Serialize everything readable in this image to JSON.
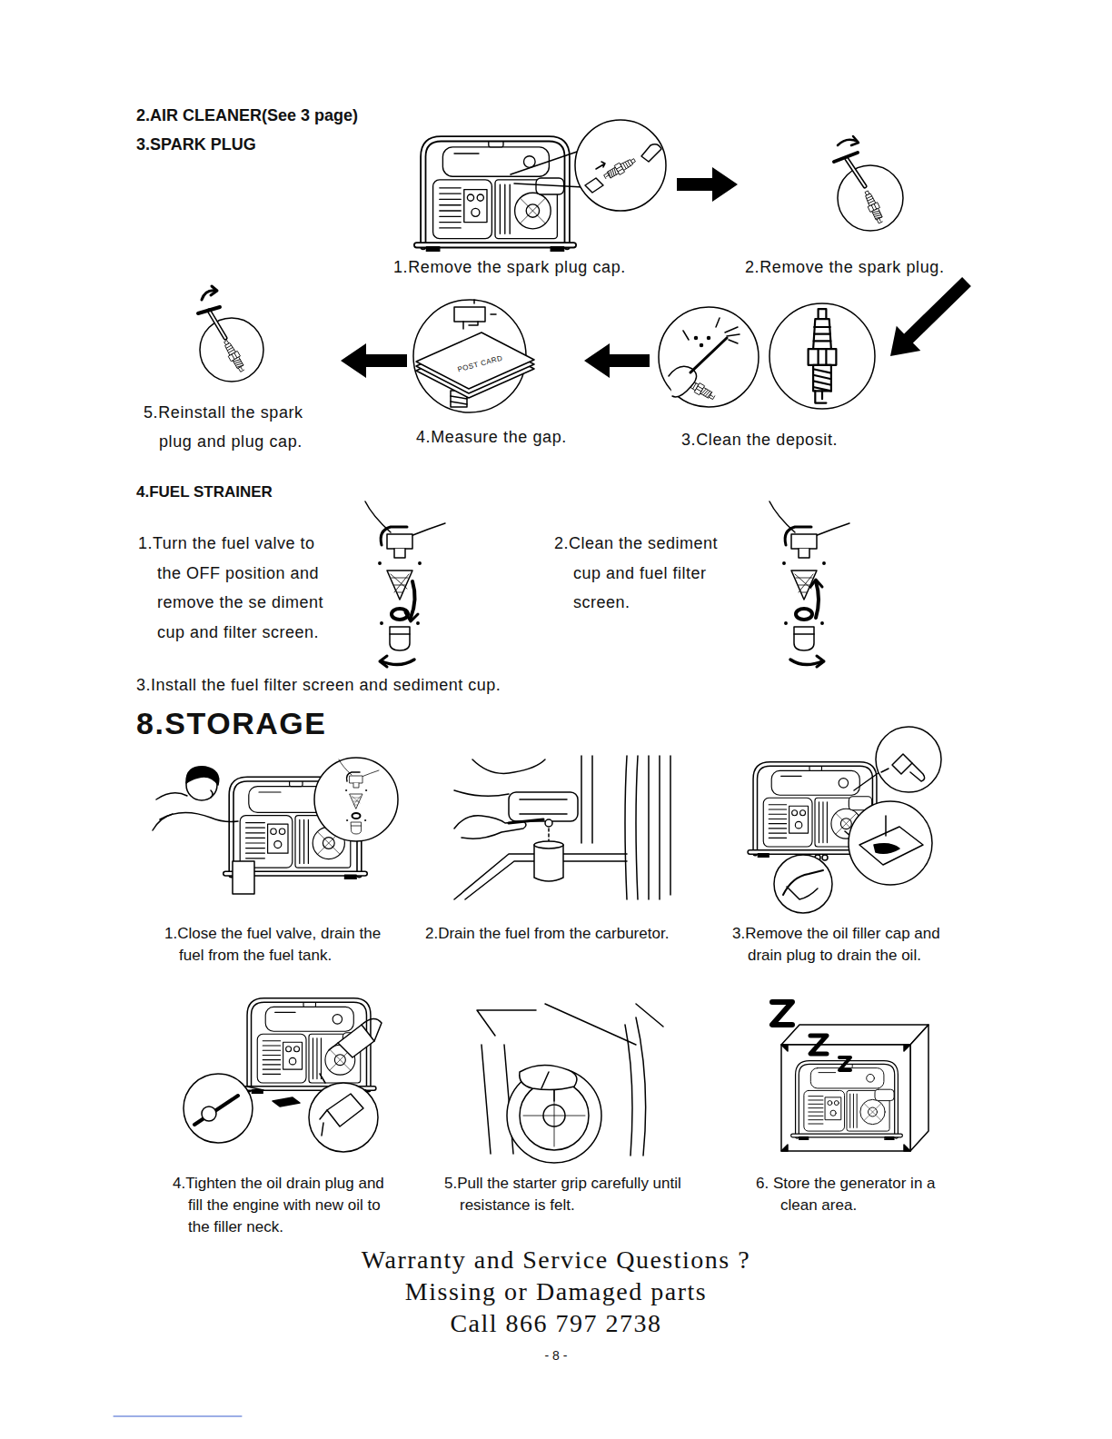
{
  "diagram": {
    "nodes": [
      {
        "text": [
          "1.Remove the spark plug cap."
        ]
      },
      {
        "text": [
          "2.Remove the spark plug."
        ]
      },
      {
        "text": [
          "3.Clean the deposit."
        ]
      },
      {
        "text": [
          "4.Measure the gap."
        ]
      },
      {
        "text": [
          "5.Reinstall the spark plug and plug cap."
        ]
      }
    ],
    "edges": [
      {
        "from": 0,
        "to": 1,
        "arrow": "to"
      },
      {
        "from": 1,
        "to": 2,
        "arrow": "to"
      },
      {
        "from": 2,
        "to": 3,
        "arrow": "to"
      },
      {
        "from": 3,
        "to": 4,
        "arrow": "to"
      }
    ],
    "labels": [
      "2.AIR CLEANER(See 3 page)",
      "3.SPARK PLUG",
      "POST CARD",
      "4.FUEL STRAINER",
      "1.Turn the fuel valve to the OFF position and remove the se diment cup and filter screen.",
      "2.Clean the sediment cup and fuel filter screen.",
      "3.Install the fuel filter screen and sediment cup.",
      "8.STORAGE",
      "1.Close the fuel valve, drain the fuel from the fuel tank.",
      "2.Drain the fuel from the carburetor.",
      "3.Remove the oil filler cap and drain plug to drain the oil.",
      "4.Tighten the oil drain plug and fill the engine with new oil to the filler neck.",
      "5.Pull the starter grip carefully until resistance is felt.",
      "6. Store the generator in a clean area.",
      "Warranty and Service Questions ?",
      "Missing or Damaged parts",
      "Call 866 797 2738",
      "- 8 -"
    ]
  }
}
